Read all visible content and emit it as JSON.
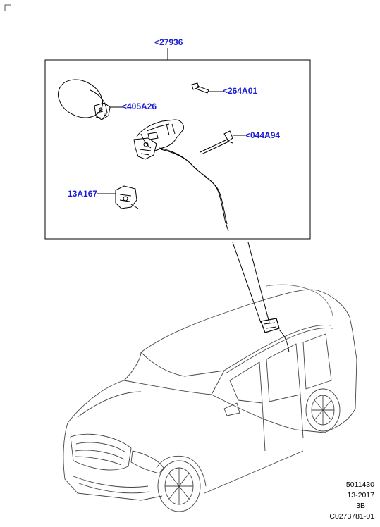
{
  "callouts": {
    "assembly": "<27936",
    "fuel_filler_door": "<405A26",
    "screw": "<264A01",
    "cable": "<044A94",
    "actuator": "13A167"
  },
  "footer": {
    "line1": "5011430",
    "line2": "13-2017",
    "line3": "3B",
    "line4": "C0273781-01"
  },
  "colors": {
    "callout_text": "#1a1ad6",
    "line_art": "#000000"
  }
}
